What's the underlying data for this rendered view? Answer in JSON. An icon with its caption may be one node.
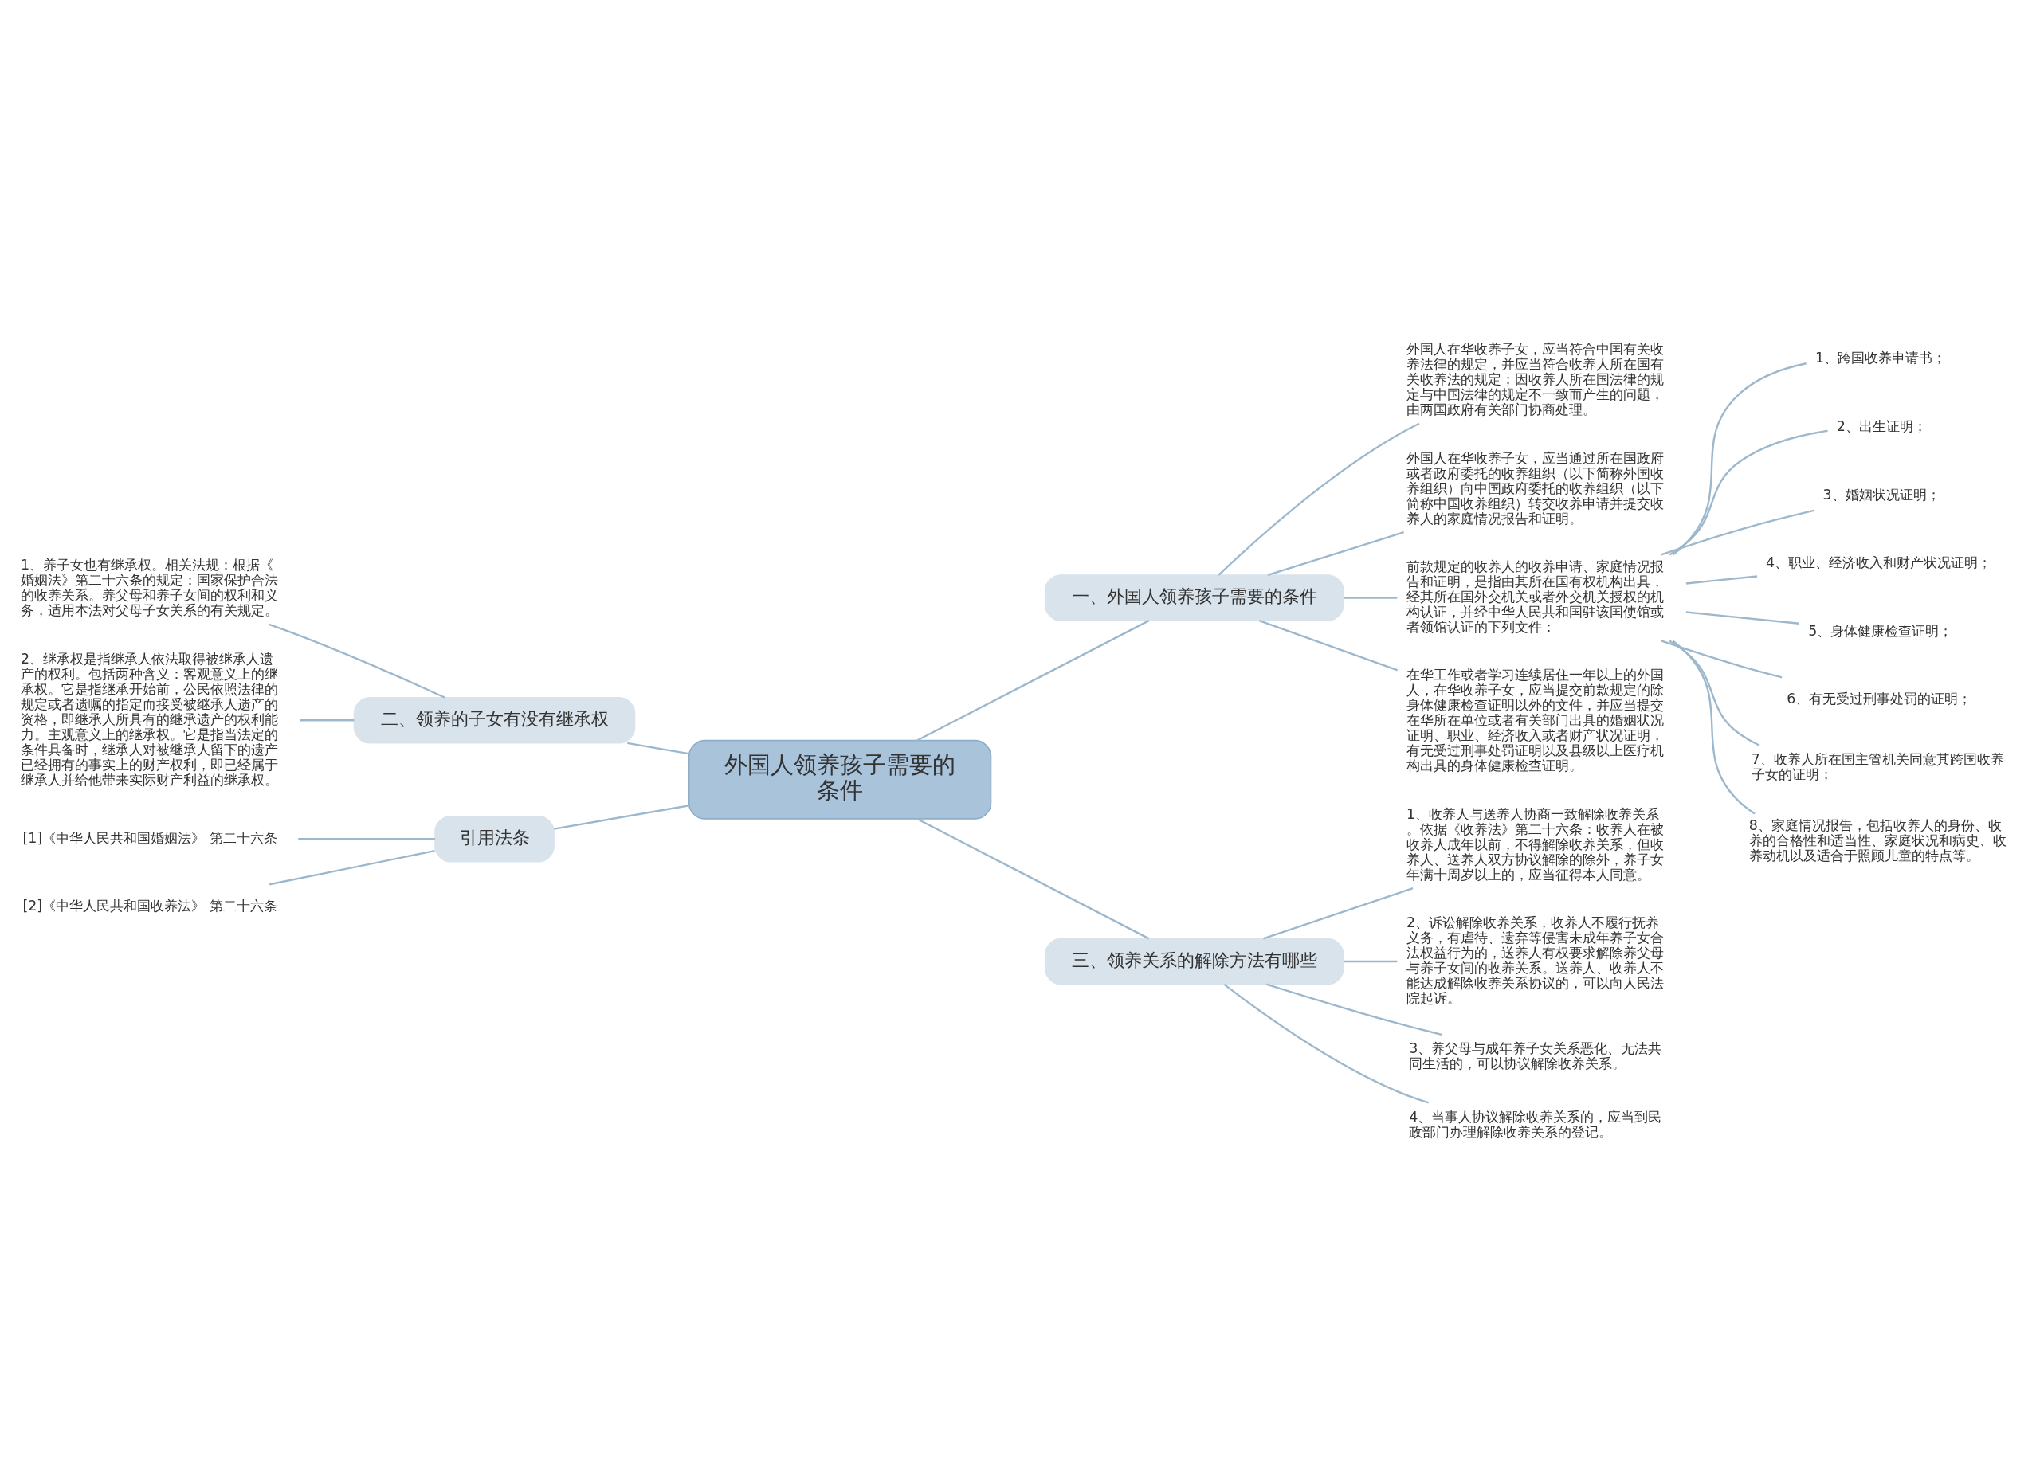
{
  "diagram": {
    "nodes": [
      {
        "text": [
          "外国人领养孩子需要的条件"
        ]
      },
      {
        "text": [
          "一、外国人领养孩子需要的条件"
        ]
      },
      {
        "text": [
          "外国人在华收养子女，应当符合中国有关收养法律的规定，并应当符合收养人所在国有关收养法的规定；因收养人所在国法律的规定与中国法律的规定不一致而产生的问题，由两国政府有关部门协商处理。"
        ]
      },
      {
        "text": [
          "外国人在华收养子女，应当通过所在国政府或者政府委托的收养组织（以下简称外国收养组织）向中国政府委托的收养组织（以下简称中国收养组织）转交收养申请并提交收养人的家庭情况报告和证明。"
        ]
      },
      {
        "text": [
          "前款规定的收养人的收养申请、家庭情况报告和证明，是指由其所在国有权机构出具，经其所在国外交机关或者外交机关授权的机构认证，并经中华人民共和国驻该国使馆或者领馆认证的下列文件："
        ]
      },
      {
        "text": [
          "1、跨国收养申请书；"
        ]
      },
      {
        "text": [
          "2、出生证明；"
        ]
      },
      {
        "text": [
          "3、婚姻状况证明；"
        ]
      },
      {
        "text": [
          "4、职业、经济收入和财产状况证明；"
        ]
      },
      {
        "text": [
          "5、身体健康检查证明；"
        ]
      },
      {
        "text": [
          "6、有无受过刑事处罚的证明；"
        ]
      },
      {
        "text": [
          "7、收养人所在国主管机关同意其跨国收养子女的证明；"
        ]
      },
      {
        "text": [
          "8、家庭情况报告，包括收养人的身份、收养的合格性和适当性、家庭状况和病史、收养动机以及适合于照顾儿童的特点等。"
        ]
      },
      {
        "text": [
          "在华工作或者学习连续居住一年以上的外国人，在华收养子女，应当提交前款规定的除身体健康检查证明以外的文件，并应当提交在华所在单位或者有关部门出具的婚姻状况证明、职业、经济收入或者财产状况证明，有无受过刑事处罚证明以及县级以上医疗机构出具的身体健康检查证明。"
        ]
      },
      {
        "text": [
          "二、领养的子女有没有继承权"
        ]
      },
      {
        "text": [
          "1、养子女也有继承权。相关法规：根据《婚姻法》第二十六条的规定：国家保护合法的收养关系。养父母和养子女间的权利和义务，适用本法对父母子女关系的有关规定。"
        ]
      },
      {
        "text": [
          "2、继承权是指继承人依法取得被继承人遗产的权利。包括两种含义：客观意义上的继承权。它是指继承开始前，公民依照法律的规定或者遗嘱的指定而接受被继承人遗产的资格，即继承人所具有的继承遗产的权利能力。主观意义上的继承权。它是指当法定的条件具备时，继承人对被继承人留下的遗产已经拥有的事实上的财产权利，即已经属于继承人并给他带来实际财产利益的继承权。"
        ]
      },
      {
        "text": [
          "引用法条"
        ]
      },
      {
        "text": [
          "[1]《中华人民共和国婚姻法》 第二十六条"
        ]
      },
      {
        "text": [
          "[2]《中华人民共和国收养法》 第二十六条"
        ]
      },
      {
        "text": [
          "三、领养关系的解除方法有哪些"
        ]
      },
      {
        "text": [
          "1、收养人与送养人协商一致解除收养关系。依据《收养法》第二十六条：收养人在被收养人成年以前，不得解除收养关系，但收养人、送养人双方协议解除的除外，养子女年满十周岁以上的，应当征得本人同意。"
        ]
      },
      {
        "text": [
          "2、诉讼解除收养关系，收养人不履行抚养义务，有虐待、遗弃等侵害未成年养子女合法权益行为的，送养人有权要求解除养父母与养子女间的收养关系。送养人、收养人不能达成解除收养关系协议的，可以向人民法院起诉。"
        ]
      },
      {
        "text": [
          "3、养父母与成年养子女关系恶化、无法共同生活的，可以协议解除收养关系。"
        ]
      },
      {
        "text": [
          "4、当事人协议解除收养关系的，应当到民政部门办理解除收养关系的登记。"
        ]
      }
    ],
    "edges": [
      {
        "from": 0,
        "to": 1,
        "arrow": "none"
      },
      {
        "from": 1,
        "to": 2,
        "arrow": "none"
      },
      {
        "from": 1,
        "to": 3,
        "arrow": "none"
      },
      {
        "from": 1,
        "to": 4,
        "arrow": "none"
      },
      {
        "from": 4,
        "to": 5,
        "arrow": "none"
      },
      {
        "from": 4,
        "to": 6,
        "arrow": "none"
      },
      {
        "from": 4,
        "to": 7,
        "arrow": "none"
      },
      {
        "from": 4,
        "to": 8,
        "arrow": "none"
      },
      {
        "from": 4,
        "to": 9,
        "arrow": "none"
      },
      {
        "from": 4,
        "to": 10,
        "arrow": "none"
      },
      {
        "from": 4,
        "to": 11,
        "arrow": "none"
      },
      {
        "from": 4,
        "to": 12,
        "arrow": "none"
      },
      {
        "from": 1,
        "to": 13,
        "arrow": "none"
      },
      {
        "from": 0,
        "to": 14,
        "arrow": "none"
      },
      {
        "from": 14,
        "to": 15,
        "arrow": "none"
      },
      {
        "from": 14,
        "to": 16,
        "arrow": "none"
      },
      {
        "from": 0,
        "to": 17,
        "arrow": "none"
      },
      {
        "from": 17,
        "to": 18,
        "arrow": "none"
      },
      {
        "from": 17,
        "to": 19,
        "arrow": "none"
      },
      {
        "from": 0,
        "to": 20,
        "arrow": "none"
      },
      {
        "from": 20,
        "to": 21,
        "arrow": "none"
      },
      {
        "from": 20,
        "to": 22,
        "arrow": "none"
      },
      {
        "from": 20,
        "to": 23,
        "arrow": "none"
      },
      {
        "from": 20,
        "to": 24,
        "arrow": "none"
      }
    ]
  }
}
